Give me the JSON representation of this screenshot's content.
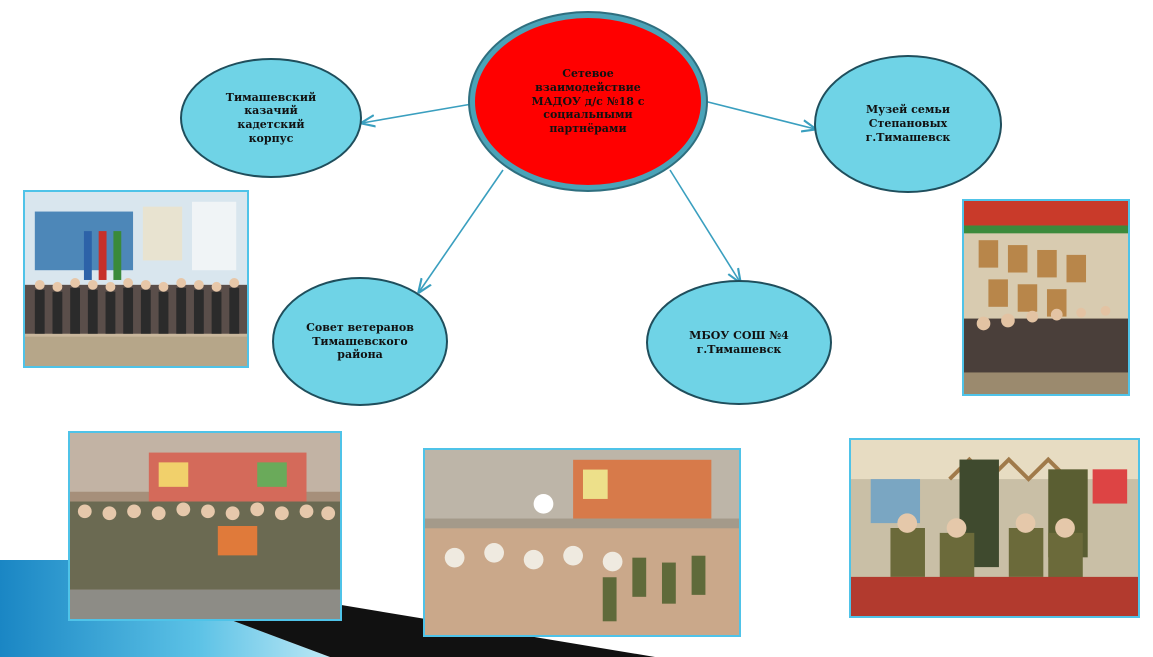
{
  "diagram": {
    "center": {
      "text": "Сетевое\nвзаимодействие\nМАДОУ д/с №18 с\nсоциальными\nпартнёрами"
    },
    "nodes": {
      "cadet": {
        "text": "Тимашевский\nказачий\nкадетский\nкорпус"
      },
      "museum": {
        "text": "Музей семьи\nСтепановых\nг.Тимашевск"
      },
      "veterans": {
        "text": "Совет ветеранов\nТимашевского\nрайона"
      },
      "school": {
        "text": "МБОУ СОШ №4\nг.Тимашевск"
      }
    }
  },
  "colors": {
    "center_fill": "#ff0000",
    "node_fill": "#6fd3e6",
    "connector": "#3a9fbf",
    "photo_border": "#4fc3e8",
    "accent_shape": "#2a9fd0"
  },
  "photos": [
    {
      "name": "photo-cadet-hall",
      "scene": "classroom"
    },
    {
      "name": "photo-museum-portraits",
      "scene": "gallery"
    },
    {
      "name": "photo-veterans-group",
      "scene": "outdoor-group"
    },
    {
      "name": "photo-school-dance",
      "scene": "dance"
    },
    {
      "name": "photo-museum-uniforms",
      "scene": "uniforms"
    }
  ]
}
